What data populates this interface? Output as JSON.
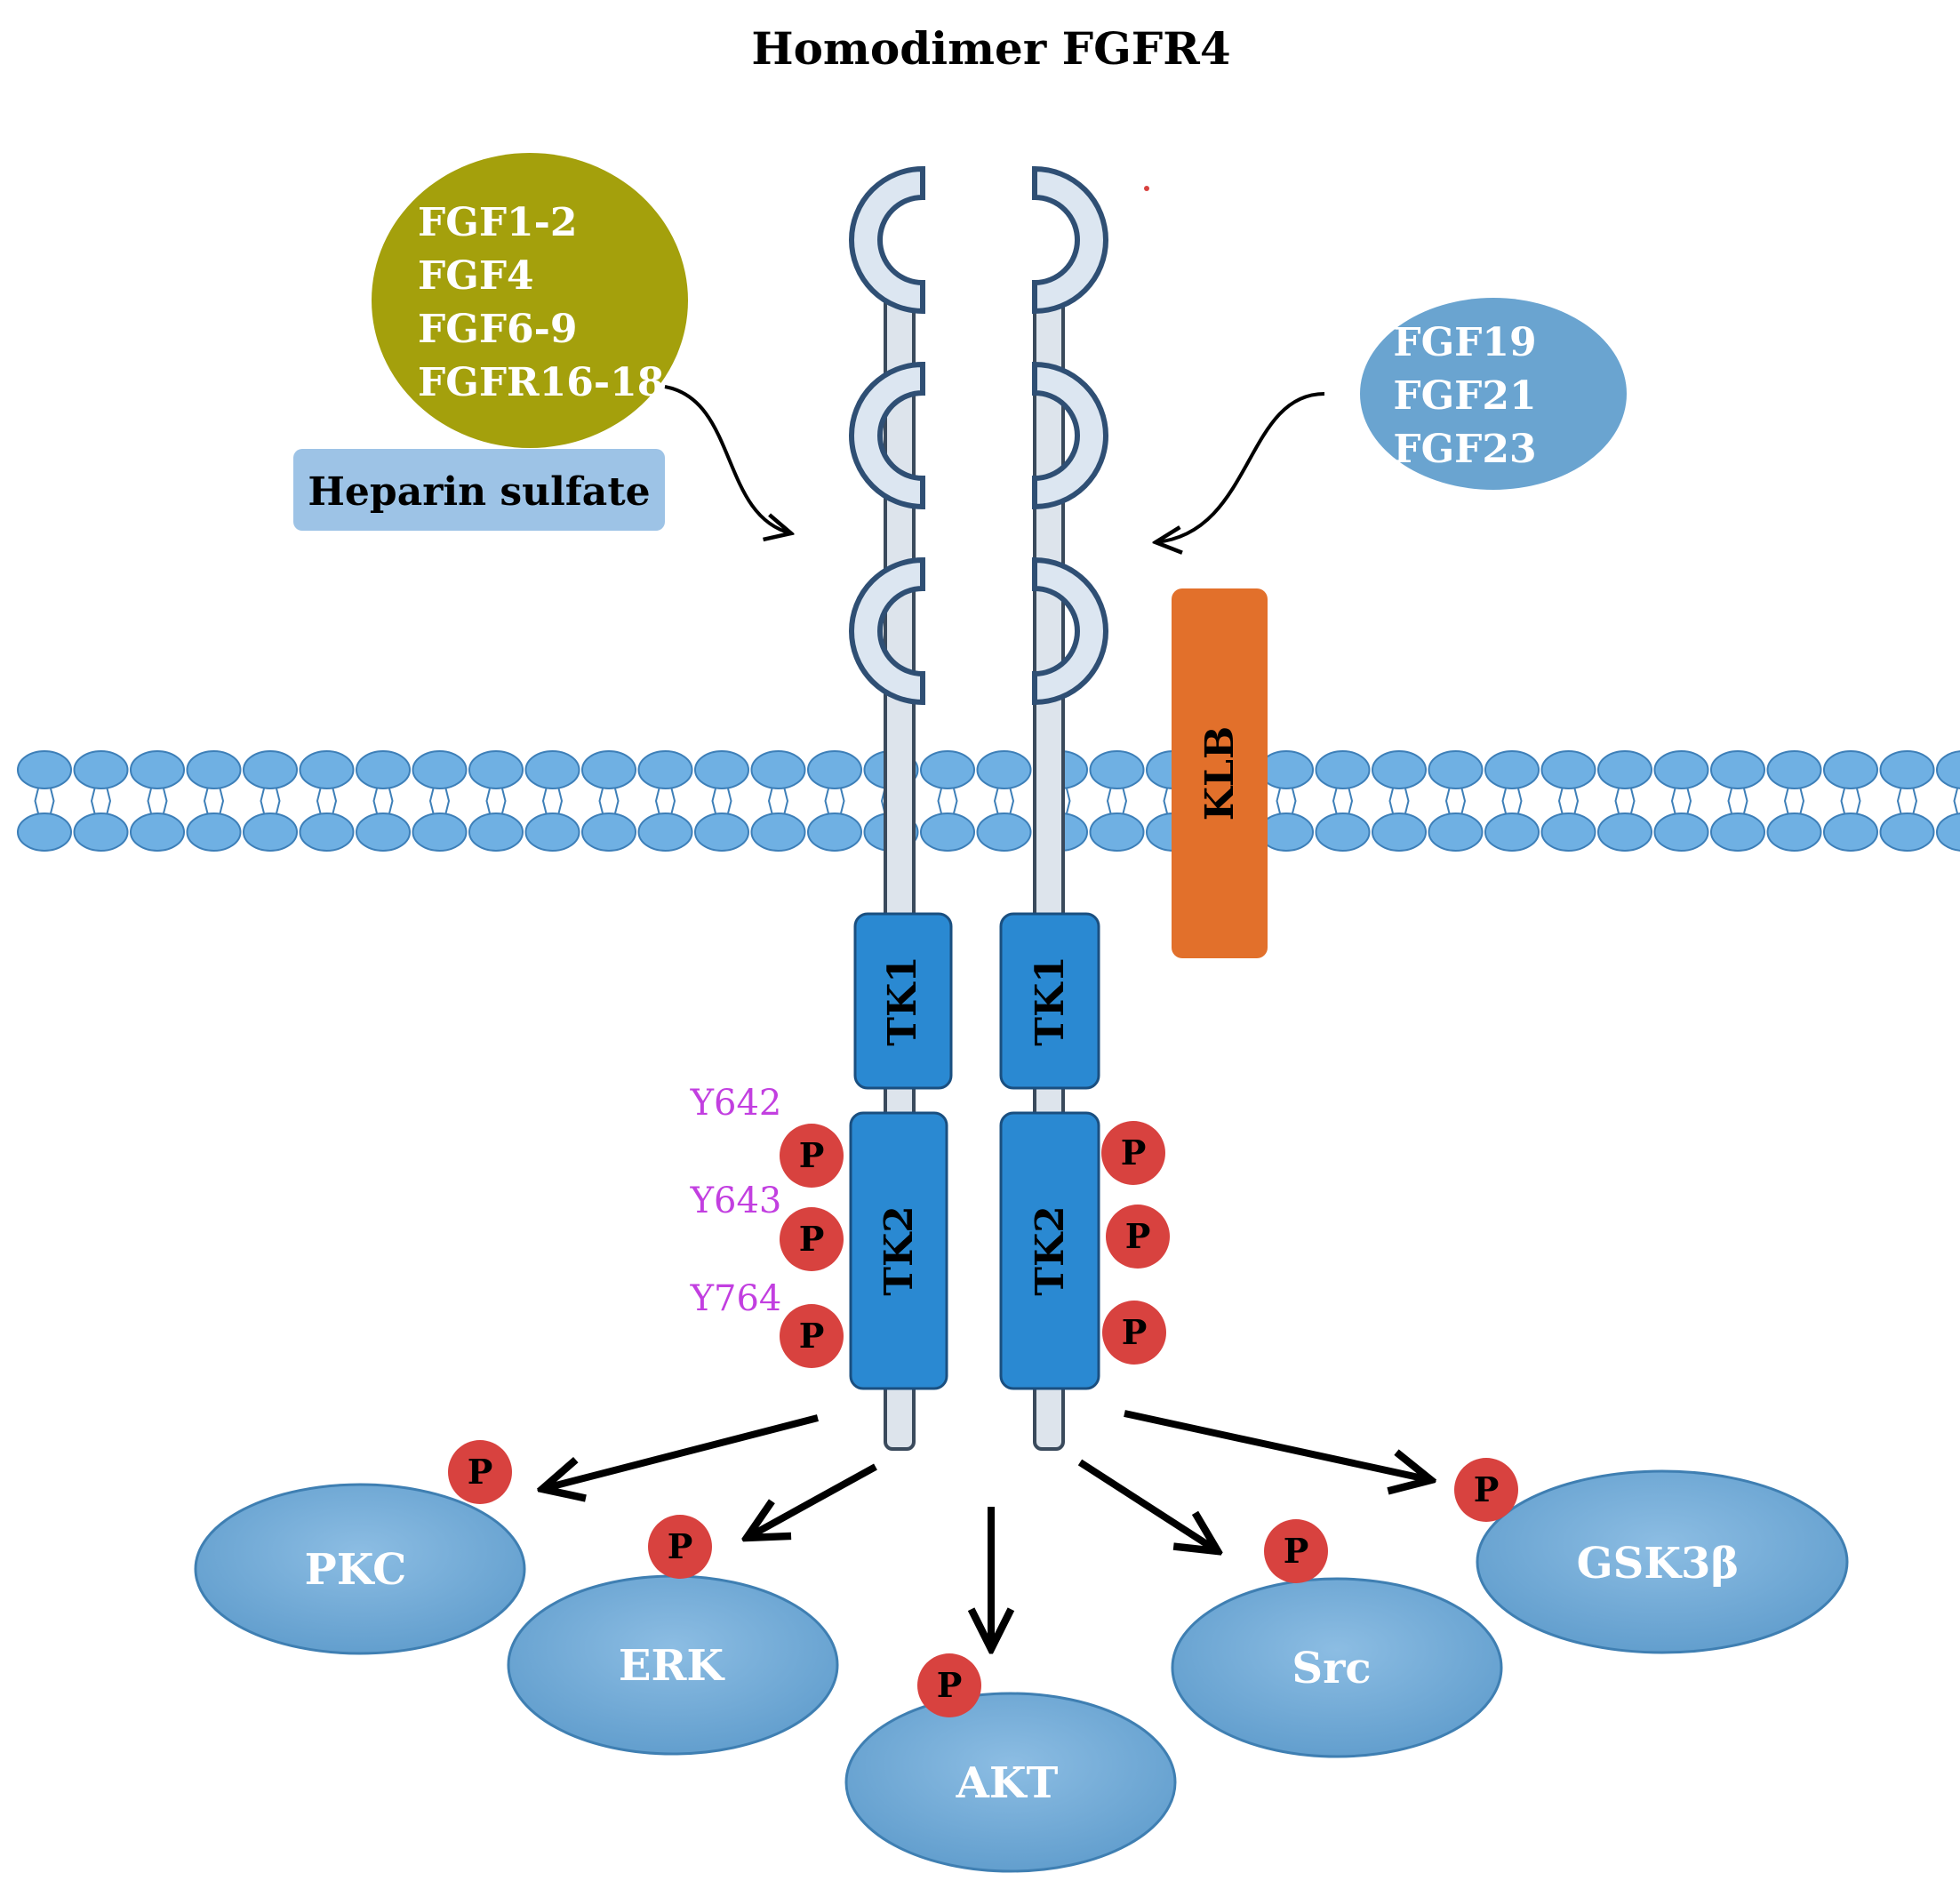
{
  "title": "Homodimer FGFR4",
  "ligands_left": {
    "items": [
      "FGF1-2",
      "FGF4",
      "FGF6-9",
      "FGFR16-18"
    ],
    "cofactor": "Heparin sulfate"
  },
  "ligands_right": {
    "items": [
      "FGF19",
      "FGF21",
      "FGF23"
    ]
  },
  "coreceptor": "KLB",
  "kinase_domains": {
    "tk1": "TK1",
    "tk2": "TK2"
  },
  "phospho_label": "P",
  "tyrosine_sites": [
    "Y642",
    "Y643",
    "Y764"
  ],
  "effectors": [
    "PKC",
    "ERK",
    "AKT",
    "Src",
    "GSK3β"
  ],
  "colors": {
    "ligand_left": "#a4a00c",
    "cofactor_box": "#9dc3e6",
    "ligand_right": "#6aa4d0",
    "klb": "#e2702b",
    "kinase": "#2a89d2",
    "phospho": "#d8423f",
    "site_label": "#c23fe0",
    "membrane": "#6fb0e3",
    "ig_domain": "#dce6f1",
    "ig_outline": "#2f4f74",
    "effector": "#70a8d6"
  }
}
